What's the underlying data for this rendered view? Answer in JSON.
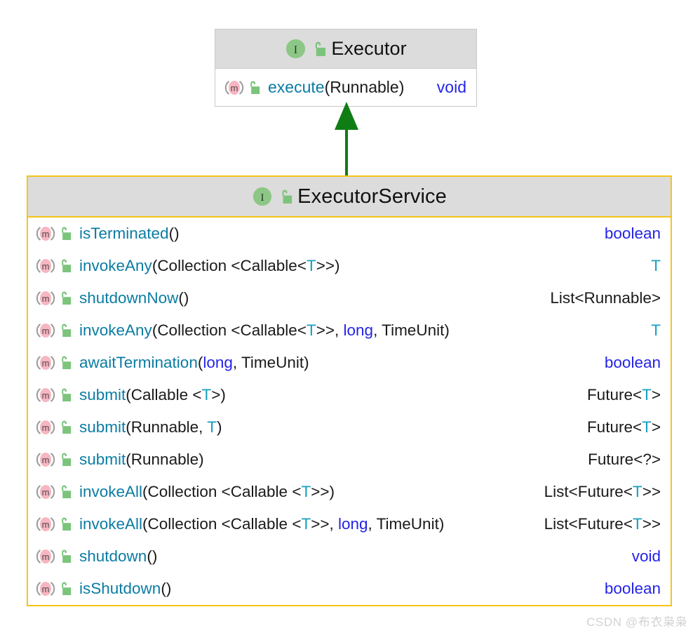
{
  "diagram": {
    "type": "uml-class-diagram",
    "background": "#ffffff",
    "colors": {
      "header_fill": "#dcdcdc",
      "plain_border": "#c8c8c8",
      "selected_border": "#f5c518",
      "arrow": "#0f7d14",
      "method_name": "#0b7ca3",
      "keyword": "#2424e8",
      "generic": "#179fc0",
      "plain_text": "#1a1a1a",
      "interface_icon": "#8cc785",
      "method_icon": "#f7b6c2",
      "lock_icon": "#7cc47c"
    }
  },
  "executor": {
    "icons": {
      "kind": "interface-icon",
      "kind_letter": "I",
      "visibility": "unlocked-padlock-icon"
    },
    "title": "Executor",
    "methods": [
      {
        "icon": "method-icon",
        "visibility": "unlocked-padlock-icon",
        "name": "execute",
        "params_open": "(",
        "params": [
          {
            "text": "Runnable",
            "style": "plain"
          }
        ],
        "params_close": ")",
        "return": [
          {
            "text": "void",
            "style": "kw"
          }
        ]
      }
    ]
  },
  "executor_service": {
    "icons": {
      "kind": "interface-icon",
      "kind_letter": "I",
      "visibility": "unlocked-padlock-icon"
    },
    "title": "ExecutorService",
    "methods": [
      {
        "icon": "method-icon",
        "visibility": "unlocked-padlock-icon",
        "name": "isTerminated",
        "params_open": "(",
        "params": [],
        "params_close": ")",
        "return": [
          {
            "text": "boolean",
            "style": "kw"
          }
        ]
      },
      {
        "icon": "method-icon",
        "visibility": "unlocked-padlock-icon",
        "name": "invokeAny",
        "params_open": "(",
        "params": [
          {
            "text": "Collection ",
            "style": "plain"
          },
          {
            "text": "<",
            "style": "plain"
          },
          {
            "text": "Callable",
            "style": "plain"
          },
          {
            "text": "<",
            "style": "plain"
          },
          {
            "text": "T",
            "style": "gen"
          },
          {
            "text": ">>",
            "style": "plain"
          }
        ],
        "params_close": ")",
        "return": [
          {
            "text": "T",
            "style": "gen"
          }
        ]
      },
      {
        "icon": "method-icon",
        "visibility": "unlocked-padlock-icon",
        "name": "shutdownNow",
        "params_open": "(",
        "params": [],
        "params_close": ")",
        "return": [
          {
            "text": "List",
            "style": "plain"
          },
          {
            "text": "<Runnable>",
            "style": "plain"
          }
        ]
      },
      {
        "icon": "method-icon",
        "visibility": "unlocked-padlock-icon",
        "name": "invokeAny",
        "params_open": "(",
        "params": [
          {
            "text": "Collection ",
            "style": "plain"
          },
          {
            "text": "<",
            "style": "plain"
          },
          {
            "text": "Callable",
            "style": "plain"
          },
          {
            "text": "<",
            "style": "plain"
          },
          {
            "text": "T",
            "style": "gen"
          },
          {
            "text": ">>, ",
            "style": "plain"
          },
          {
            "text": "long",
            "style": "kw"
          },
          {
            "text": ", TimeUnit",
            "style": "plain"
          }
        ],
        "params_close": ")",
        "return": [
          {
            "text": "T",
            "style": "gen"
          }
        ]
      },
      {
        "icon": "method-icon",
        "visibility": "unlocked-padlock-icon",
        "name": "awaitTermination",
        "params_open": "(",
        "params": [
          {
            "text": "long",
            "style": "kw"
          },
          {
            "text": ", TimeUnit",
            "style": "plain"
          }
        ],
        "params_close": ")",
        "return": [
          {
            "text": "boolean",
            "style": "kw"
          }
        ]
      },
      {
        "icon": "method-icon",
        "visibility": "unlocked-padlock-icon",
        "name": "submit",
        "params_open": "(",
        "params": [
          {
            "text": "Callable ",
            "style": "plain"
          },
          {
            "text": "<",
            "style": "plain"
          },
          {
            "text": "T",
            "style": "gen"
          },
          {
            "text": ">",
            "style": "plain"
          }
        ],
        "params_close": ")",
        "return": [
          {
            "text": "Future<",
            "style": "plain"
          },
          {
            "text": "T",
            "style": "gen"
          },
          {
            "text": ">",
            "style": "plain"
          }
        ]
      },
      {
        "icon": "method-icon",
        "visibility": "unlocked-padlock-icon",
        "name": "submit",
        "params_open": "(",
        "params": [
          {
            "text": "Runnable, ",
            "style": "plain"
          },
          {
            "text": "T",
            "style": "gen"
          }
        ],
        "params_close": ")",
        "return": [
          {
            "text": "Future<",
            "style": "plain"
          },
          {
            "text": "T",
            "style": "gen"
          },
          {
            "text": ">",
            "style": "plain"
          }
        ]
      },
      {
        "icon": "method-icon",
        "visibility": "unlocked-padlock-icon",
        "name": "submit",
        "params_open": "(",
        "params": [
          {
            "text": "Runnable",
            "style": "plain"
          }
        ],
        "params_close": ")",
        "return": [
          {
            "text": "Future<?>",
            "style": "plain"
          }
        ]
      },
      {
        "icon": "method-icon",
        "visibility": "unlocked-padlock-icon",
        "name": "invokeAll",
        "params_open": "(",
        "params": [
          {
            "text": "Collection ",
            "style": "plain"
          },
          {
            "text": "<",
            "style": "plain"
          },
          {
            "text": "Callable ",
            "style": "plain"
          },
          {
            "text": "<",
            "style": "plain"
          },
          {
            "text": "T",
            "style": "gen"
          },
          {
            "text": ">>",
            "style": "plain"
          }
        ],
        "params_close": ")",
        "return": [
          {
            "text": "List<Future<",
            "style": "plain"
          },
          {
            "text": "T",
            "style": "gen"
          },
          {
            "text": ">>",
            "style": "plain"
          }
        ]
      },
      {
        "icon": "method-icon",
        "visibility": "unlocked-padlock-icon",
        "name": "invokeAll",
        "params_open": "(",
        "params": [
          {
            "text": "Collection ",
            "style": "plain"
          },
          {
            "text": "<",
            "style": "plain"
          },
          {
            "text": "Callable ",
            "style": "plain"
          },
          {
            "text": "<",
            "style": "plain"
          },
          {
            "text": "T",
            "style": "gen"
          },
          {
            "text": ">>, ",
            "style": "plain"
          },
          {
            "text": "long",
            "style": "kw"
          },
          {
            "text": ", TimeUnit",
            "style": "plain"
          }
        ],
        "params_close": ")",
        "return": [
          {
            "text": "List<Future<",
            "style": "plain"
          },
          {
            "text": "T",
            "style": "gen"
          },
          {
            "text": ">>",
            "style": "plain"
          }
        ]
      },
      {
        "icon": "method-icon",
        "visibility": "unlocked-padlock-icon",
        "name": "shutdown",
        "params_open": "(",
        "params": [],
        "params_close": ")",
        "return": [
          {
            "text": "void",
            "style": "kw"
          }
        ]
      },
      {
        "icon": "method-icon",
        "visibility": "unlocked-padlock-icon",
        "name": "isShutdown",
        "params_open": "(",
        "params": [],
        "params_close": ")",
        "return": [
          {
            "text": "boolean",
            "style": "kw"
          }
        ]
      }
    ]
  },
  "relation": {
    "kind": "generalization-arrow",
    "from": "ExecutorService",
    "to": "Executor",
    "color": "#0f7d14"
  },
  "watermark": {
    "text": "CSDN @布衣枭枭"
  }
}
